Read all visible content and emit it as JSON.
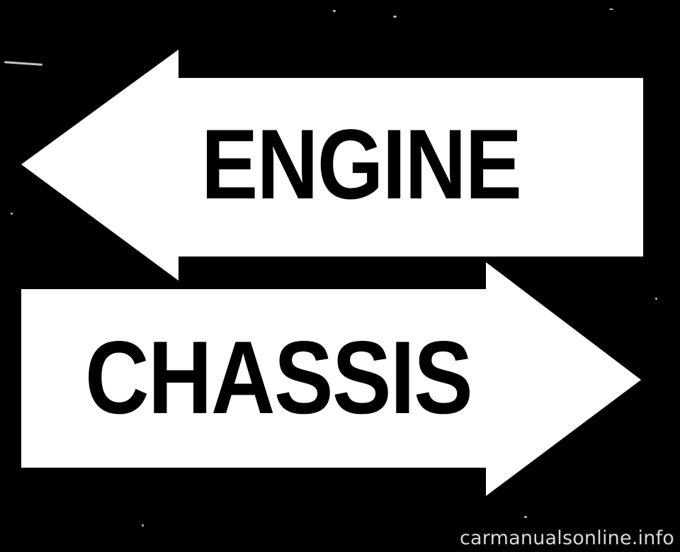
{
  "engine_arrow": {
    "label": "ENGINE",
    "direction": "left"
  },
  "chassis_arrow": {
    "label": "CHASSIS",
    "direction": "right"
  },
  "watermark": {
    "text": "carmanualsonline.info"
  },
  "colors": {
    "background": "#000000",
    "arrow_fill": "#ffffff",
    "label": "#000000",
    "watermark": "#d9d9d9"
  }
}
